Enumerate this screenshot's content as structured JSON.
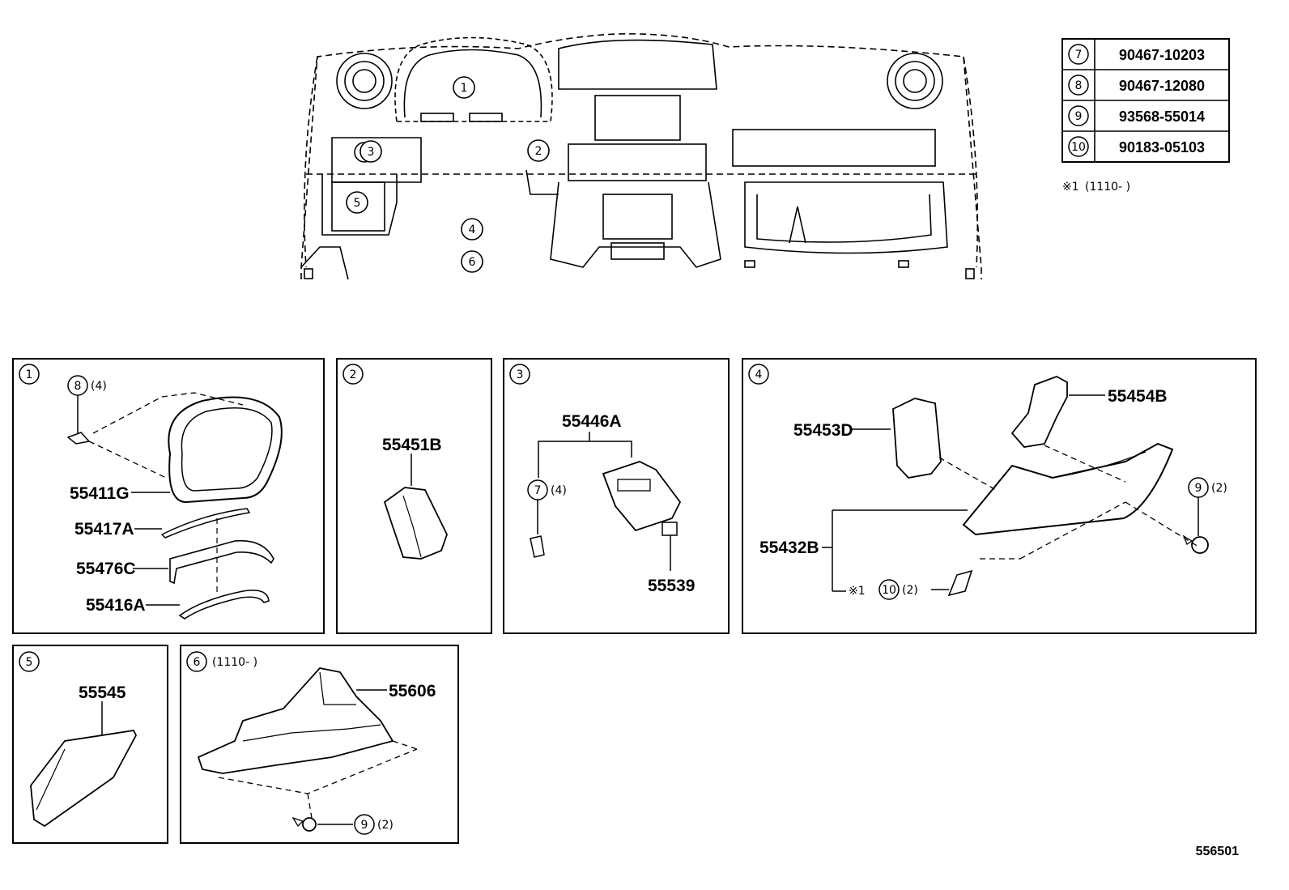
{
  "fastener_table": [
    {
      "ref": "7",
      "part": "90467-10203"
    },
    {
      "ref": "8",
      "part": "90467-12080"
    },
    {
      "ref": "9",
      "part": "93568-55014"
    },
    {
      "ref": "10",
      "part": "90183-05103"
    }
  ],
  "footnote": {
    "mark": "※1",
    "text": "(1110-      )"
  },
  "overview_callouts": [
    "1",
    "2",
    "3",
    "4",
    "5",
    "6"
  ],
  "panels": [
    {
      "id": "1",
      "header": "",
      "parts": [
        "55411G",
        "55417A",
        "55476C",
        "55416A"
      ],
      "fastener": {
        "ref": "8",
        "qty": "(4)"
      }
    },
    {
      "id": "2",
      "header": "",
      "parts": [
        "55451B"
      ]
    },
    {
      "id": "3",
      "header": "",
      "parts": [
        "55446A",
        "55539"
      ],
      "fastener": {
        "ref": "7",
        "qty": "(4)"
      }
    },
    {
      "id": "4",
      "header": "",
      "parts": [
        "55453D",
        "55454B",
        "55432B"
      ],
      "fastener": {
        "ref": "9",
        "qty": "(2)"
      },
      "fastener2": {
        "mark": "※1",
        "ref": "10",
        "qty": "(2)"
      }
    },
    {
      "id": "5",
      "header": "",
      "parts": [
        "55545"
      ]
    },
    {
      "id": "6",
      "header": "(1110-      )",
      "parts": [
        "55606"
      ],
      "fastener": {
        "ref": "9",
        "qty": "(2)"
      }
    }
  ],
  "diagram_id": "556501"
}
